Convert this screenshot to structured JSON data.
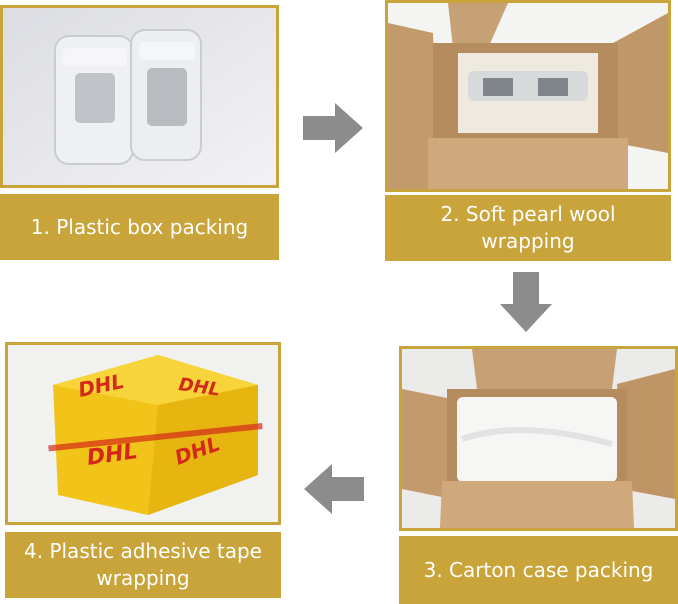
{
  "steps": [
    {
      "label": "1. Plastic box packing"
    },
    {
      "label": "2. Soft pearl wool\nwrapping"
    },
    {
      "label": "3. Carton case packing"
    },
    {
      "label": "4. Plastic adhesive tape\nwrapping"
    }
  ],
  "colors": {
    "frame": "#c8a43a",
    "caption_text": "#ffffff",
    "arrow": "#8c8c8c"
  },
  "tape_text": "DHL"
}
